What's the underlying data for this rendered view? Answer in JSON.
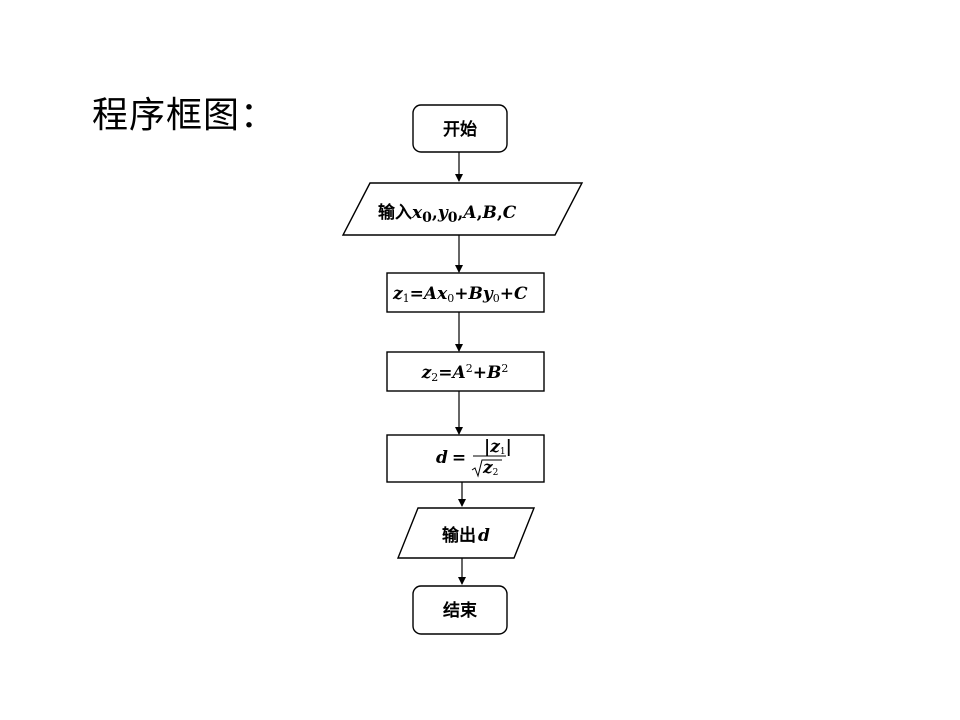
{
  "slide": {
    "title": "程序框图："
  },
  "flowchart": {
    "start": "开始",
    "input": {
      "prefix": "输入",
      "x": "x",
      "y": "y",
      "sub0": "0",
      "comma": ",",
      "a": "A",
      "b": "B",
      "c": "C"
    },
    "step1": {
      "z": "z",
      "sub": "1",
      "eq": "=",
      "a": "A",
      "x": "x",
      "sub0": "0",
      "plus": "+",
      "b": "B",
      "y": "y",
      "c": "C"
    },
    "step2": {
      "z": "z",
      "sub": "2",
      "eq": "=",
      "a": "A",
      "sup": "2",
      "plus": "+",
      "b": "B"
    },
    "step3": {
      "d": "d",
      "eq": "=",
      "bar": "|",
      "z": "z",
      "sub1": "1",
      "sub2": "2"
    },
    "output": {
      "prefix": "输出",
      "d": "d"
    },
    "end": "结束"
  }
}
